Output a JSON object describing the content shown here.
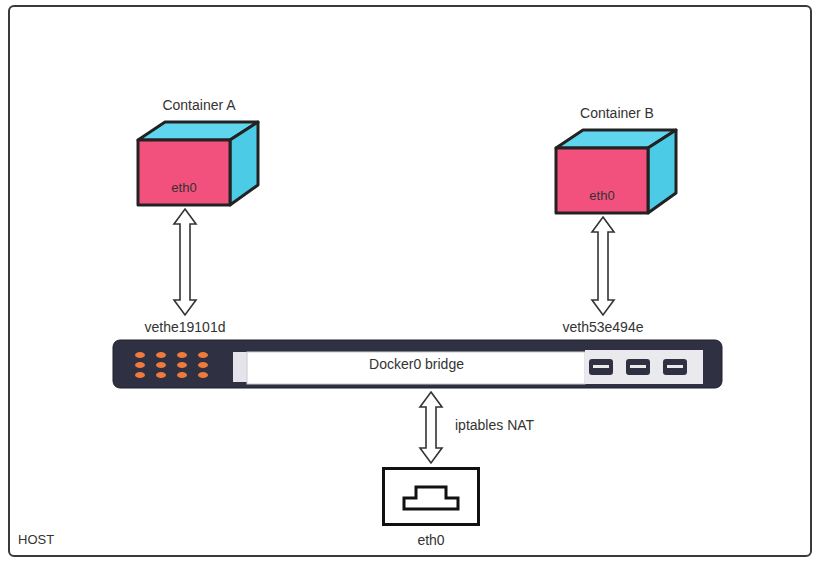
{
  "diagram": {
    "nodes": [
      {
        "text": [
          "HOST"
        ]
      },
      {
        "text": [
          "Container A",
          "eth0"
        ],
        "in": 0
      },
      {
        "text": [
          "Container B",
          "eth0"
        ],
        "in": 0
      },
      {
        "text": [
          "Docker0 bridge"
        ],
        "in": 0
      },
      {
        "text": [
          "eth0"
        ],
        "in": 0
      }
    ],
    "edges": [
      {
        "from": 1,
        "to": 3,
        "label": "vethe19101d",
        "arrow": "both"
      },
      {
        "from": 2,
        "to": 3,
        "label": "veth53e494e",
        "arrow": "both"
      },
      {
        "from": 3,
        "to": 4,
        "label": "iptables NAT",
        "arrow": "both"
      }
    ]
  }
}
